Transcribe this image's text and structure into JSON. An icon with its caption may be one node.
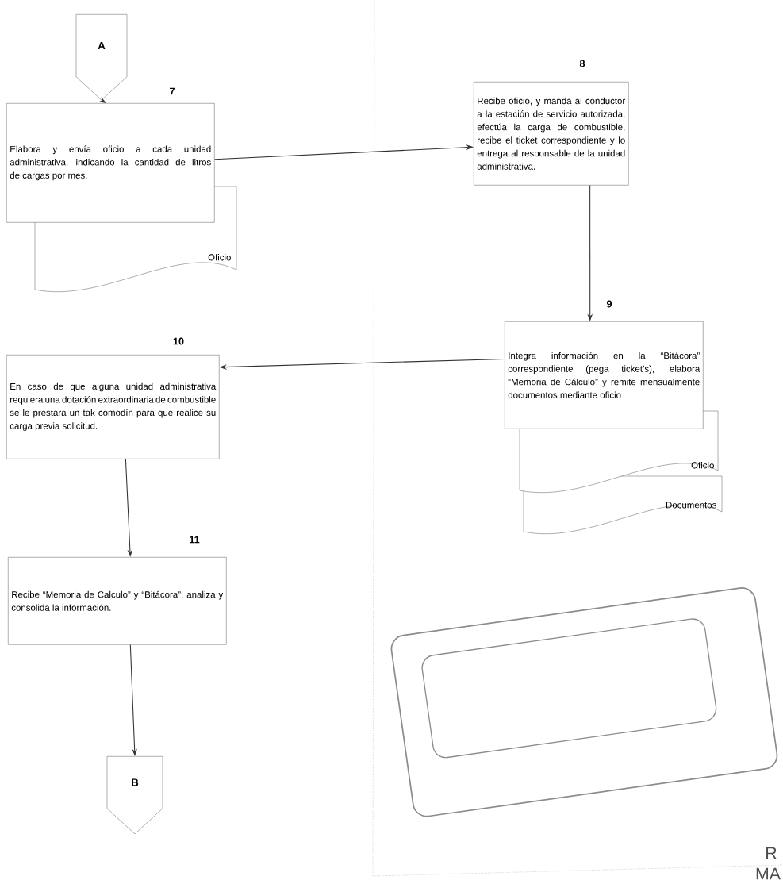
{
  "diagram": {
    "nodes": [
      {
        "text": [
          "A"
        ]
      },
      {
        "text": [
          "7",
          "Elabora y envía oficio a cada unidad administrativa, indicando la cantidad de litros de cargas por mes."
        ]
      },
      {
        "text": [
          "Oficio"
        ]
      },
      {
        "text": [
          "8",
          "Recibe oficio, y manda al conductor a la estación de servicio autorizada, efectúa la carga de combustible, recibe el ticket correspondiente y lo entrega al responsable de la unidad administrativa."
        ]
      },
      {
        "text": [
          "9",
          "Integra información en la “Bitácora” correspondiente (pega ticket’s), elabora “Memoria de Cálculo” y remite mensualmente documentos mediante oficio"
        ]
      },
      {
        "text": [
          "Oficio"
        ]
      },
      {
        "text": [
          "Documentos"
        ]
      },
      {
        "text": [
          "10",
          "En caso de que alguna unidad administrativa requiera una dotación extraordinaria de combustible se le prestara un tak comodín para que realice su carga previa solicitud."
        ]
      },
      {
        "text": [
          "11",
          "Recibe “Memoria de Calculo” y “Bitácora”, analiza y consolida la información."
        ]
      },
      {
        "text": [
          "B"
        ]
      }
    ],
    "edges": [
      {
        "from": 0,
        "to": 1,
        "arrow": "to"
      },
      {
        "from": 1,
        "to": 3,
        "arrow": "to"
      },
      {
        "from": 3,
        "to": 4,
        "arrow": "to"
      },
      {
        "from": 4,
        "to": 7,
        "arrow": "to"
      },
      {
        "from": 7,
        "to": 8,
        "arrow": "to"
      },
      {
        "from": 8,
        "to": 9,
        "arrow": "to"
      }
    ],
    "labels": [
      "R",
      "MA"
    ]
  }
}
